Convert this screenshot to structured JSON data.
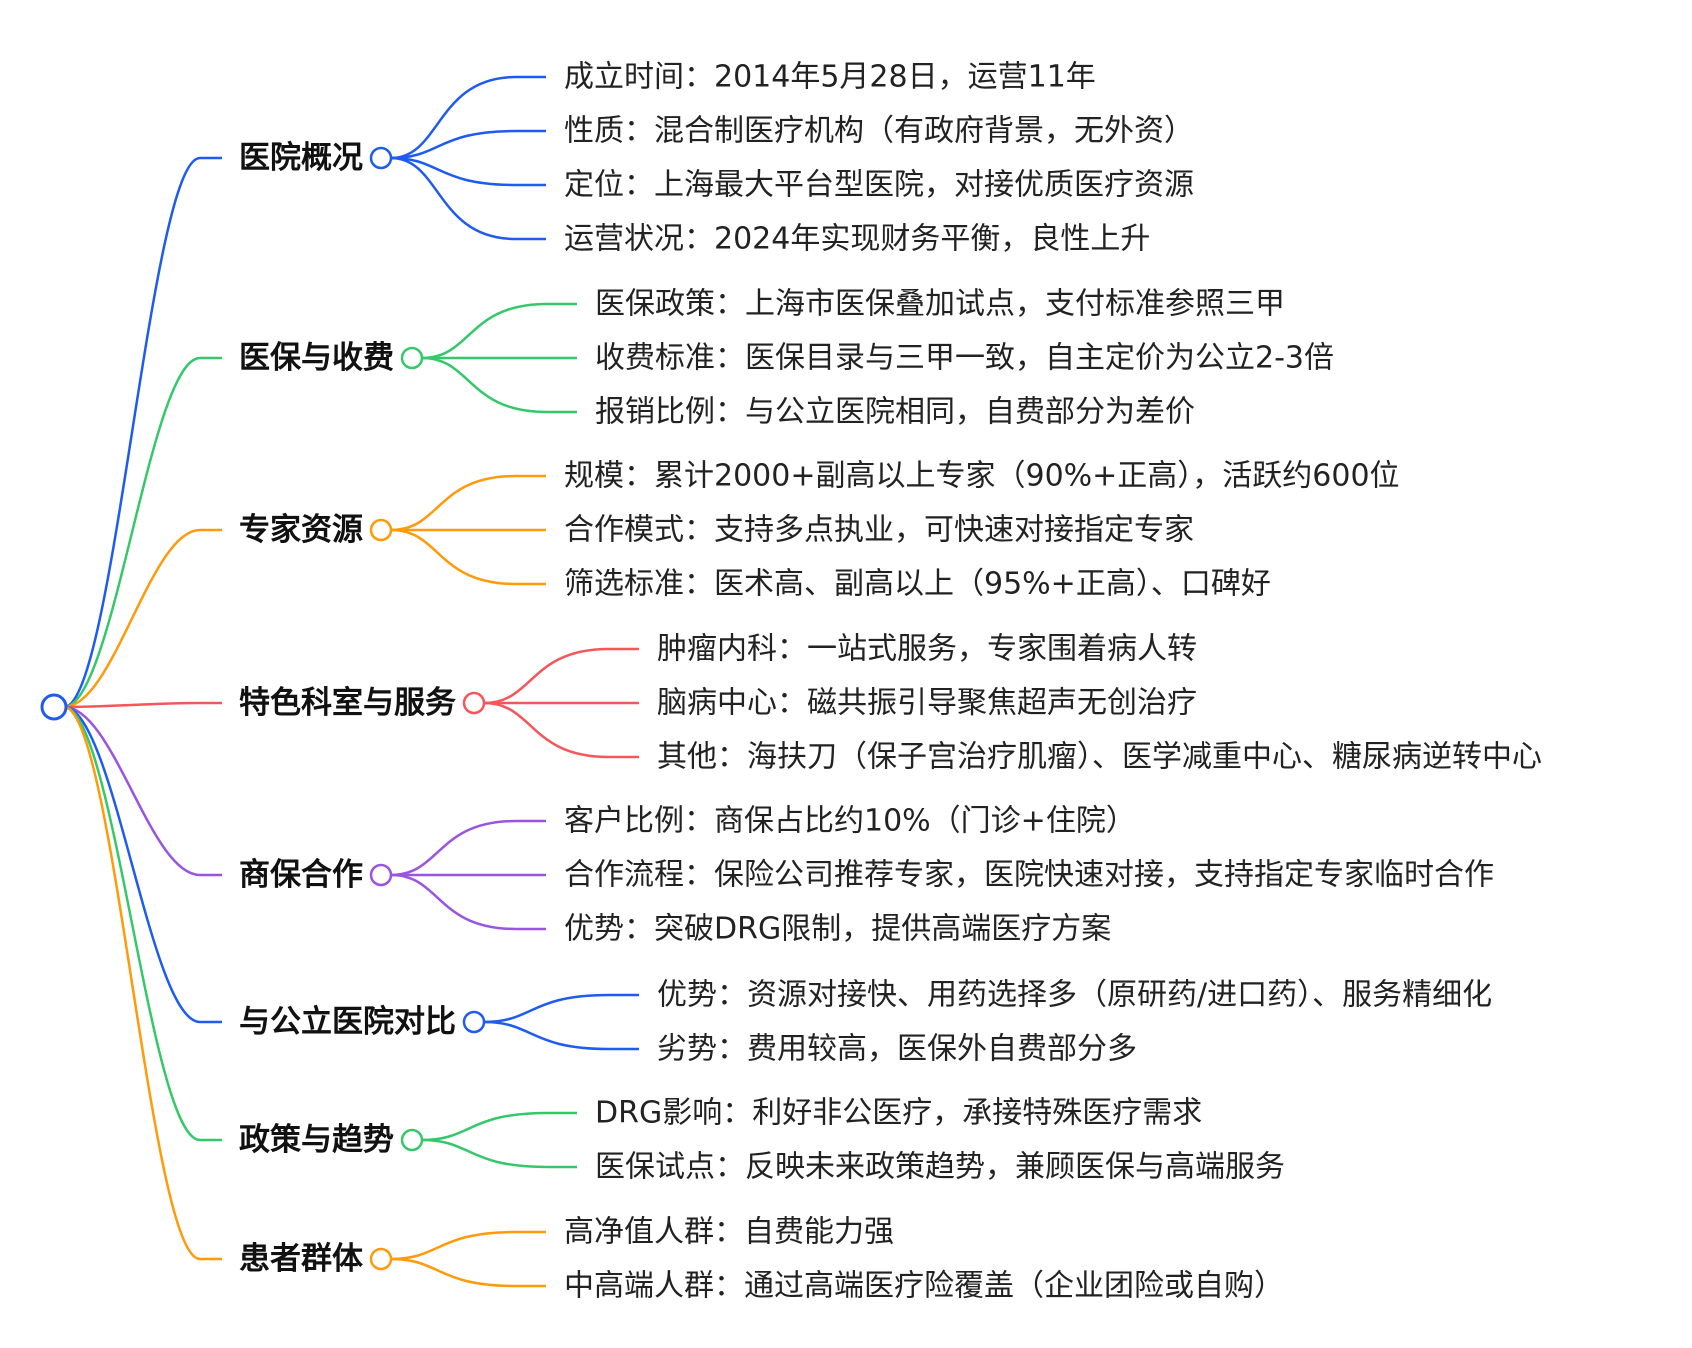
{
  "mindmap": {
    "branches": [
      {
        "label": "医院概况",
        "color": "#1e5bf0",
        "leaves": [
          "成立时间：2014年5月28日，运营11年",
          "性质：混合制医疗机构（有政府背景，无外资）",
          "定位：上海最大平台型医院，对接优质医疗资源",
          "运营状况：2024年实现财务平衡，良性上升"
        ]
      },
      {
        "label": "医保与收费",
        "color": "#35c86a",
        "leaves": [
          "医保政策：上海市医保叠加试点，支付标准参照三甲",
          "收费标准：医保目录与三甲一致，自主定价为公立2-3倍",
          "报销比例：与公立医院相同，自费部分为差价"
        ]
      },
      {
        "label": "专家资源",
        "color": "#ff9a0a",
        "leaves": [
          "规模：累计2000+副高以上专家（90%+正高），活跃约600位",
          "合作模式：支持多点执业，可快速对接指定专家",
          "筛选标准：医术高、副高以上（95%+正高）、口碑好"
        ]
      },
      {
        "label": "特色科室与服务",
        "color": "#f5565a",
        "leaves": [
          "肿瘤内科：一站式服务，专家围着病人转",
          "脑病中心：磁共振引导聚焦超声无创治疗",
          "其他：海扶刀（保子宫治疗肌瘤）、医学减重中心、糖尿病逆转中心"
        ]
      },
      {
        "label": "商保合作",
        "color": "#9a55e0",
        "leaves": [
          "客户比例：商保占比约10%（门诊+住院）",
          "合作流程：保险公司推荐专家，医院快速对接，支持指定专家临时合作",
          "优势：突破DRG限制，提供高端医疗方案"
        ]
      },
      {
        "label": "与公立医院对比",
        "color": "#1e5bf0",
        "leaves": [
          "优势：资源对接快、用药选择多（原研药/进口药）、服务精细化",
          "劣势：费用较高，医保外自费部分多"
        ]
      },
      {
        "label": "政策与趋势",
        "color": "#35c86a",
        "leaves": [
          "DRG影响：利好非公医疗，承接特殊医疗需求",
          "医保试点：反映未来政策趋势，兼顾医保与高端服务"
        ]
      },
      {
        "label": "患者群体",
        "color": "#ff9a0a",
        "leaves": [
          "高净值人群：自费能力强",
          "中高端人群：通过高端医疗险覆盖（企业团险或自购）"
        ]
      }
    ],
    "root_color": "#1e5bf0"
  }
}
